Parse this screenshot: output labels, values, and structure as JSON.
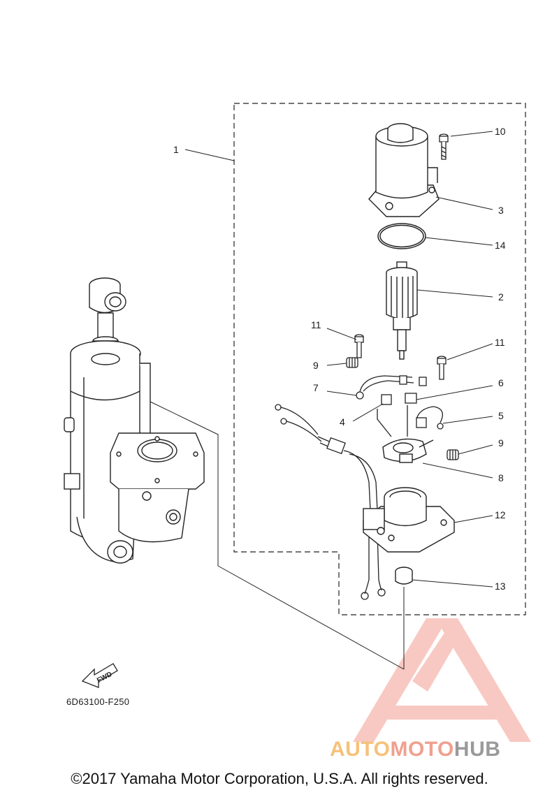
{
  "diagram": {
    "callouts": [
      "1",
      "2",
      "3",
      "4",
      "5",
      "6",
      "7",
      "8",
      "9",
      "9",
      "10",
      "11",
      "11",
      "12",
      "13",
      "14"
    ],
    "part_code": "6D63100-F250",
    "fwd_label": "FWD"
  },
  "footer": {
    "copyright": "©2017 Yamaha Motor Corporation, U.S.A. All rights reserved."
  },
  "watermark": {
    "part1": "AUTO",
    "part2": "MOTO",
    "part3": "HUB",
    "colors": {
      "accent": "#f0a08f",
      "gold": "#f5c27a",
      "grey": "#9a9a9a"
    }
  }
}
